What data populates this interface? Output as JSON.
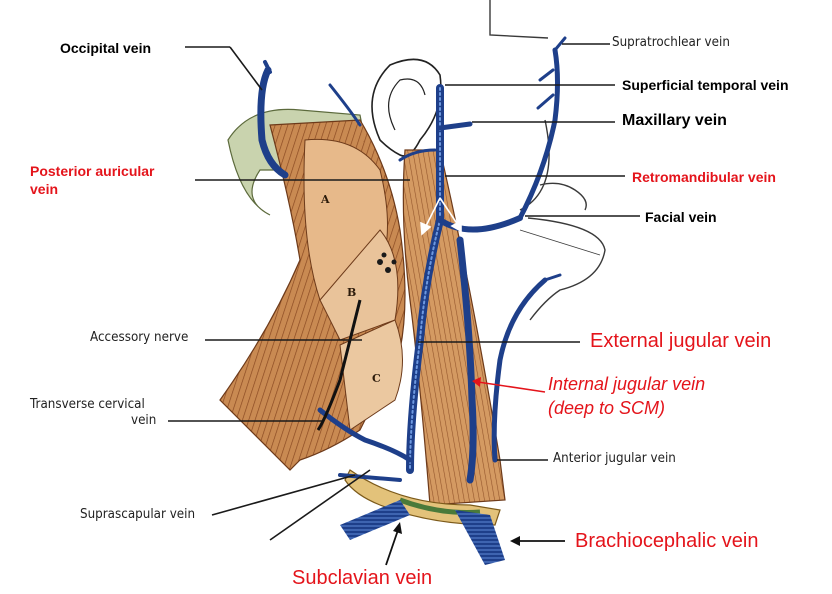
{
  "labels": {
    "occipital": "Occipital vein",
    "supratrochlear": "Supratrochlear vein",
    "superficial_temporal": "Superficial temporal vein",
    "maxillary": "Maxillary vein",
    "posterior_auricular_1": "Posterior auricular",
    "posterior_auricular_2": "vein",
    "retromandibular": "Retromandibular vein",
    "facial": "Facial vein",
    "accessory_nerve": "Accessory nerve",
    "external_jugular": "External jugular vein",
    "internal_jugular_1": "Internal jugular vein",
    "internal_jugular_2": "(deep to SCM)",
    "transverse_cervical_1": "Transverse cervical",
    "transverse_cervical_2": "vein",
    "anterior_jugular": "Anterior jugular vein",
    "suprascapular": "Suprascapular vein",
    "brachiocephalic": "Brachiocephalic vein",
    "subclavian": "Subclavian vein"
  },
  "regions": {
    "a": "A",
    "b": "B",
    "c": "C"
  },
  "colors": {
    "label_red": "#e4141b",
    "vein_blue": "#1e3f8a",
    "muscle": "#c98a52",
    "muscle_dark": "#8a4a22",
    "trapezius_green": "#c9d3ae",
    "clavicle": "#e3c27a"
  }
}
